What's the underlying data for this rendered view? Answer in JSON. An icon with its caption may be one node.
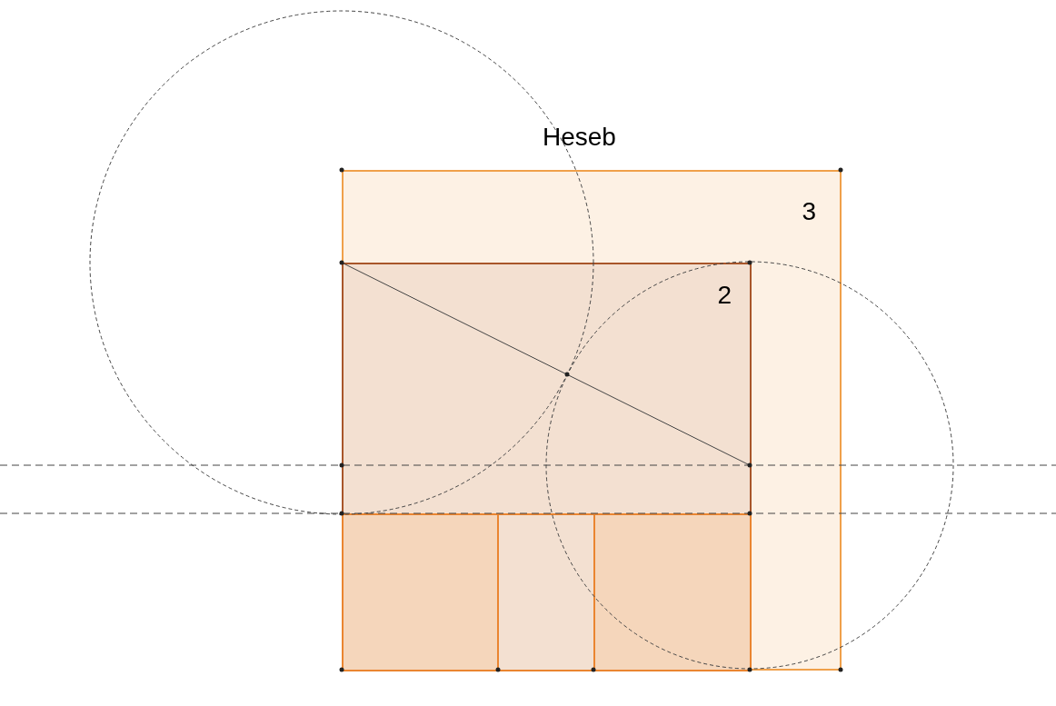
{
  "diagram": {
    "nodes": [
      {
        "text": [
          "3"
        ]
      },
      {
        "text": [
          "2"
        ],
        "in": 0
      },
      {
        "text": [],
        "shape": "box",
        "in": 0
      },
      {
        "text": [],
        "shape": "box",
        "in": 0
      },
      {
        "text": [],
        "shape": "box",
        "in": 0
      }
    ],
    "labels": [
      "Heseb"
    ]
  }
}
